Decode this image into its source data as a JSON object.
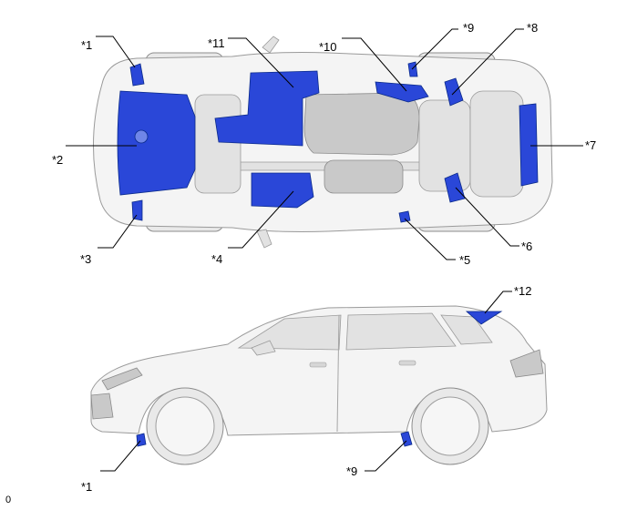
{
  "figure_code": "0",
  "colors": {
    "highlight_part": "#2a47d8",
    "highlight_edge": "#0a2a8a",
    "body": "#f4f4f4",
    "outline": "#9a9a9a",
    "callout_text": "#000000"
  },
  "callouts": {
    "top_view": [
      {
        "id": "c1",
        "label": "*1"
      },
      {
        "id": "c11",
        "label": "*11"
      },
      {
        "id": "c10",
        "label": "*10"
      },
      {
        "id": "c9",
        "label": "*9"
      },
      {
        "id": "c8",
        "label": "*8"
      },
      {
        "id": "c2",
        "label": "*2"
      },
      {
        "id": "c7",
        "label": "*7"
      },
      {
        "id": "c3",
        "label": "*3"
      },
      {
        "id": "c4",
        "label": "*4"
      },
      {
        "id": "c5",
        "label": "*5"
      },
      {
        "id": "c6",
        "label": "*6"
      }
    ],
    "side_view": [
      {
        "id": "s12",
        "label": "*12"
      },
      {
        "id": "s1",
        "label": "*1"
      },
      {
        "id": "s9",
        "label": "*9"
      }
    ]
  }
}
